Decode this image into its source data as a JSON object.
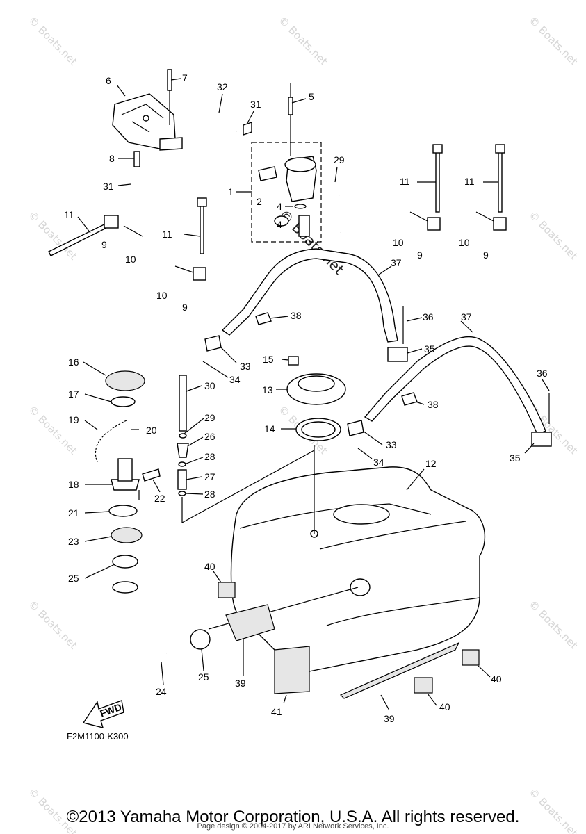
{
  "watermark": "© Boats.net",
  "watermark_center": "© Boats.net",
  "fwd_label": "FWD",
  "diagram_code": "F2M1100-K300",
  "copyright": "©2013 Yamaha Motor Corporation, U.S.A. All rights reserved.",
  "page_design": "Page design © 2004-2017 by ARI Network Services, Inc.",
  "callouts": {
    "c1": "1",
    "c2": "2",
    "c4": "4",
    "c5": "5",
    "c6": "6",
    "c7": "7",
    "c8": "8",
    "c9a": "9",
    "c9b": "9",
    "c9c": "9",
    "c9d": "9",
    "c10a": "10",
    "c10b": "10",
    "c10c": "10",
    "c10d": "10",
    "c11a": "11",
    "c11b": "11",
    "c11c": "11",
    "c11d": "11",
    "c12": "12",
    "c13": "13",
    "c14": "14",
    "c15": "15",
    "c16": "16",
    "c17": "17",
    "c18": "18",
    "c19": "19",
    "c20": "20",
    "c21": "21",
    "c22": "22",
    "c23": "23",
    "c24": "24",
    "c25a": "25",
    "c25b": "25",
    "c26": "26",
    "c27": "27",
    "c28a": "28",
    "c28b": "28",
    "c29a": "29",
    "c29b": "29",
    "c30": "30",
    "c31a": "31",
    "c31b": "31",
    "c32": "32",
    "c33a": "33",
    "c33b": "33",
    "c34a": "34",
    "c34b": "34",
    "c35a": "35",
    "c35b": "35",
    "c36a": "36",
    "c36b": "36",
    "c37a": "37",
    "c37b": "37",
    "c38a": "38",
    "c38b": "38",
    "c39a": "39",
    "c39b": "39",
    "c40a": "40",
    "c40b": "40",
    "c40c": "40",
    "c41": "41"
  }
}
